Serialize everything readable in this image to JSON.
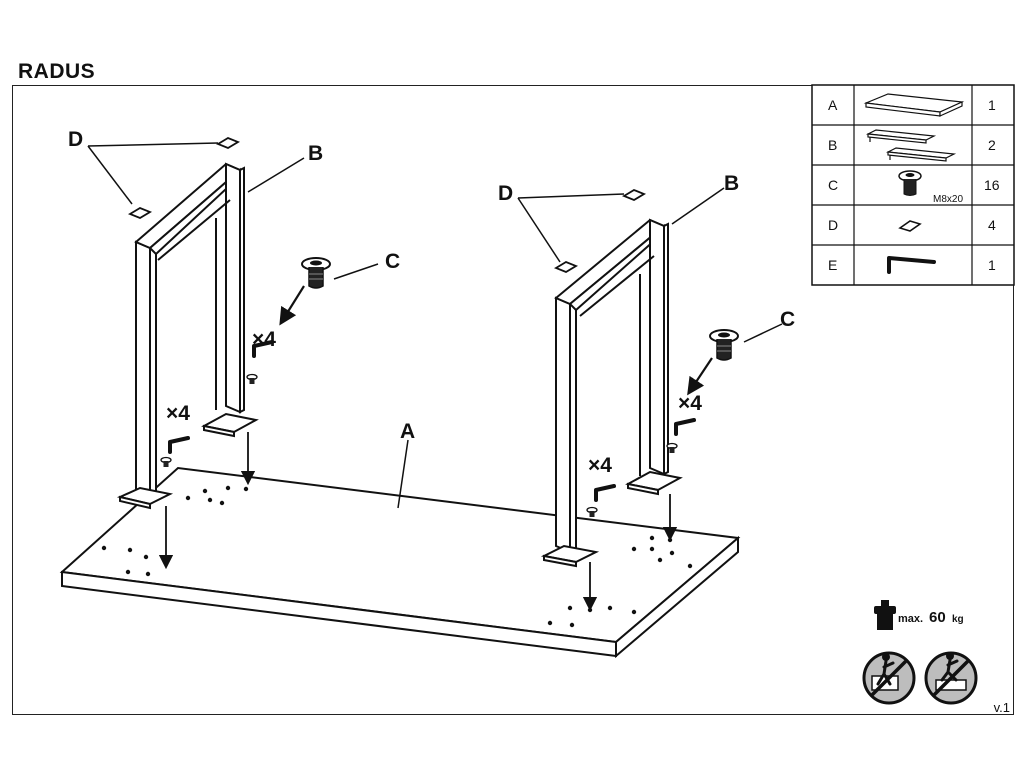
{
  "title": "RADUS",
  "version": "v.1",
  "labels": {
    "a": "A",
    "b_left": "B",
    "b_right": "B",
    "c_left": "C",
    "c_right": "C",
    "d_left": "D",
    "d_right": "D"
  },
  "quantities": {
    "screw_left": "×4",
    "key_left": "×4",
    "screw_right": "×4",
    "key_right": "×4"
  },
  "parts": [
    {
      "letter": "A",
      "icon": "tabletop-icon",
      "count": "1"
    },
    {
      "letter": "B",
      "icon": "leg-frame-icon",
      "count": "2"
    },
    {
      "letter": "C",
      "icon": "bolt-icon",
      "spec": "M8x20",
      "count": "16"
    },
    {
      "letter": "D",
      "icon": "pad-icon",
      "count": "4"
    },
    {
      "letter": "E",
      "icon": "allen-key-icon",
      "count": "1"
    }
  ],
  "max_load": {
    "prefix": "max.",
    "value": "60",
    "unit": "kg"
  },
  "warning_icons": [
    "no-standing-icon",
    "no-sitting-icon"
  ]
}
